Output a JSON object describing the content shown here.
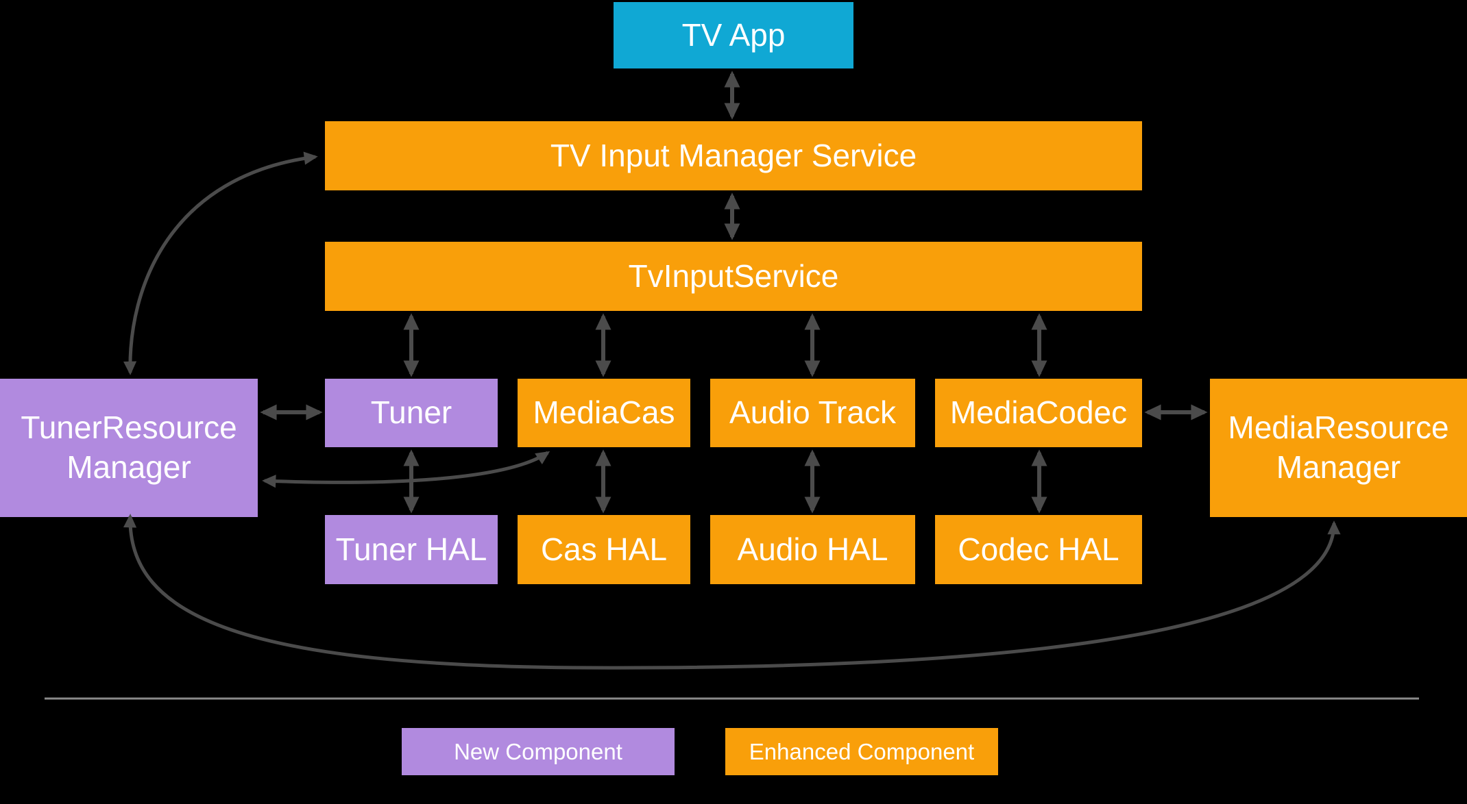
{
  "diagram": {
    "nodes": {
      "tv_app": {
        "label": "TV App"
      },
      "tv_input_manager_service": {
        "label": "TV Input Manager Service"
      },
      "tv_input_service": {
        "label": "TvInputService"
      },
      "tuner": {
        "label": "Tuner"
      },
      "media_cas": {
        "label": "MediaCas"
      },
      "audio_track": {
        "label": "Audio Track"
      },
      "media_codec": {
        "label": "MediaCodec"
      },
      "tuner_resource_manager": {
        "label": "TunerResource\nManager"
      },
      "media_resource_manager": {
        "label": "MediaResource\nManager"
      },
      "tuner_hal": {
        "label": "Tuner HAL"
      },
      "cas_hal": {
        "label": "Cas HAL"
      },
      "audio_hal": {
        "label": "Audio HAL"
      },
      "codec_hal": {
        "label": "Codec HAL"
      }
    },
    "legend": {
      "new_component": "New Component",
      "enhanced_component": "Enhanced Component"
    },
    "colors": {
      "tv_app": "#10A8D4",
      "enhanced_component": "#F99F0A",
      "new_component": "#B18ADF",
      "arrow": "#4B4B4B",
      "divider": "#8A8A8A",
      "background": "#000000",
      "text": "#FFFFFF"
    }
  }
}
